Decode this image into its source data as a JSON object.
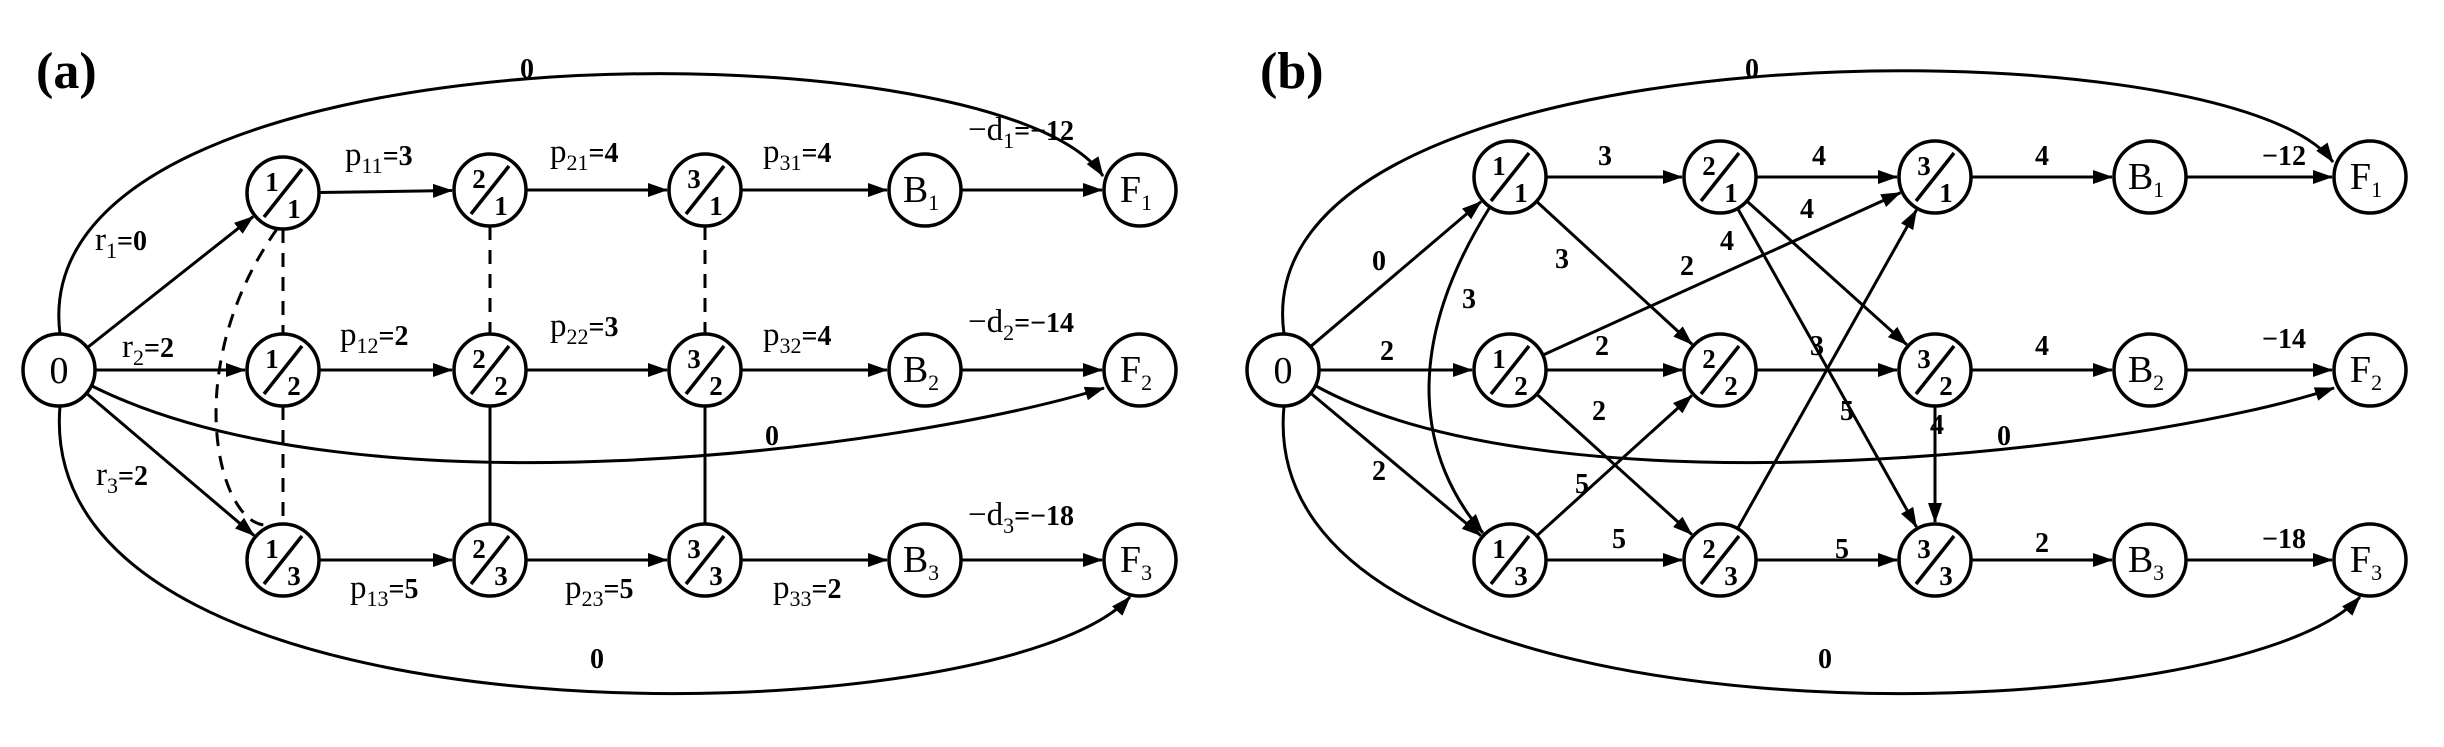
{
  "panels": [
    {
      "label": "(a)",
      "nodes": [
        {
          "id": "S",
          "type": "plain",
          "text": "0"
        },
        {
          "id": "n11",
          "type": "frac",
          "num": "1",
          "den": "1"
        },
        {
          "id": "n21",
          "type": "frac",
          "num": "2",
          "den": "1"
        },
        {
          "id": "n31",
          "type": "frac",
          "num": "3",
          "den": "1"
        },
        {
          "id": "n12",
          "type": "frac",
          "num": "1",
          "den": "2"
        },
        {
          "id": "n22",
          "type": "frac",
          "num": "2",
          "den": "2"
        },
        {
          "id": "n32",
          "type": "frac",
          "num": "3",
          "den": "2"
        },
        {
          "id": "n13",
          "type": "frac",
          "num": "1",
          "den": "3"
        },
        {
          "id": "n23",
          "type": "frac",
          "num": "2",
          "den": "3"
        },
        {
          "id": "n33",
          "type": "frac",
          "num": "3",
          "den": "3"
        },
        {
          "id": "B1",
          "type": "sub",
          "text": "B",
          "sub": "1"
        },
        {
          "id": "B2",
          "type": "sub",
          "text": "B",
          "sub": "2"
        },
        {
          "id": "B3",
          "type": "sub",
          "text": "B",
          "sub": "3"
        },
        {
          "id": "F1",
          "type": "sub",
          "text": "F",
          "sub": "1"
        },
        {
          "id": "F2",
          "type": "sub",
          "text": "F",
          "sub": "2"
        },
        {
          "id": "F3",
          "type": "sub",
          "text": "F",
          "sub": "3"
        }
      ],
      "edges": [
        {
          "from": "S",
          "to": "n11",
          "label": "r",
          "sub": "1",
          "value": "=0"
        },
        {
          "from": "S",
          "to": "n12",
          "label": "r",
          "sub": "2",
          "value": "=2"
        },
        {
          "from": "S",
          "to": "n13",
          "label": "r",
          "sub": "3",
          "value": "=2"
        },
        {
          "from": "n11",
          "to": "n21",
          "label": "p",
          "sub": "11",
          "value": "=3"
        },
        {
          "from": "n21",
          "to": "n31",
          "label": "p",
          "sub": "21",
          "value": "=4"
        },
        {
          "from": "n31",
          "to": "B1",
          "label": "p",
          "sub": "31",
          "value": "=4"
        },
        {
          "from": "B1",
          "to": "F1",
          "label": "−d",
          "sub": "1",
          "value": "=−12"
        },
        {
          "from": "n12",
          "to": "n22",
          "label": "p",
          "sub": "12",
          "value": "=2"
        },
        {
          "from": "n22",
          "to": "n32",
          "label": "p",
          "sub": "22",
          "value": "=3"
        },
        {
          "from": "n32",
          "to": "B2",
          "label": "p",
          "sub": "32",
          "value": "=4"
        },
        {
          "from": "B2",
          "to": "F2",
          "label": "−d",
          "sub": "2",
          "value": "=−14"
        },
        {
          "from": "n13",
          "to": "n23",
          "label": "p",
          "sub": "13",
          "value": "=5"
        },
        {
          "from": "n23",
          "to": "n33",
          "label": "p",
          "sub": "23",
          "value": "=5"
        },
        {
          "from": "n33",
          "to": "B3",
          "label": "p",
          "sub": "33",
          "value": "=2"
        },
        {
          "from": "B3",
          "to": "F3",
          "label": "−d",
          "sub": "3",
          "value": "=−18"
        },
        {
          "from": "S",
          "to": "F1",
          "label": "0"
        },
        {
          "from": "S",
          "to": "F2",
          "label": "0"
        },
        {
          "from": "S",
          "to": "F3",
          "label": "0"
        }
      ],
      "disjunctive_pairs": [
        [
          "n11",
          "n12"
        ],
        [
          "n11",
          "n13"
        ],
        [
          "n12",
          "n13"
        ],
        [
          "n21",
          "n22"
        ],
        [
          "n21",
          "n23"
        ],
        [
          "n22",
          "n23"
        ],
        [
          "n31",
          "n32"
        ],
        [
          "n31",
          "n33"
        ],
        [
          "n32",
          "n33"
        ]
      ]
    },
    {
      "label": "(b)",
      "nodes": [
        {
          "id": "S",
          "type": "plain",
          "text": "0"
        },
        {
          "id": "n11",
          "type": "frac",
          "num": "1",
          "den": "1"
        },
        {
          "id": "n21",
          "type": "frac",
          "num": "2",
          "den": "1"
        },
        {
          "id": "n31",
          "type": "frac",
          "num": "3",
          "den": "1"
        },
        {
          "id": "n12",
          "type": "frac",
          "num": "1",
          "den": "2"
        },
        {
          "id": "n22",
          "type": "frac",
          "num": "2",
          "den": "2"
        },
        {
          "id": "n32",
          "type": "frac",
          "num": "3",
          "den": "2"
        },
        {
          "id": "n13",
          "type": "frac",
          "num": "1",
          "den": "3"
        },
        {
          "id": "n23",
          "type": "frac",
          "num": "2",
          "den": "3"
        },
        {
          "id": "n33",
          "type": "frac",
          "num": "3",
          "den": "3"
        },
        {
          "id": "B1",
          "type": "sub",
          "text": "B",
          "sub": "1"
        },
        {
          "id": "B2",
          "type": "sub",
          "text": "B",
          "sub": "2"
        },
        {
          "id": "B3",
          "type": "sub",
          "text": "B",
          "sub": "3"
        },
        {
          "id": "F1",
          "type": "sub",
          "text": "F",
          "sub": "1"
        },
        {
          "id": "F2",
          "type": "sub",
          "text": "F",
          "sub": "2"
        },
        {
          "id": "F3",
          "type": "sub",
          "text": "F",
          "sub": "3"
        }
      ],
      "edges": [
        {
          "from": "S",
          "to": "n11",
          "label": "0"
        },
        {
          "from": "S",
          "to": "n12",
          "label": "2"
        },
        {
          "from": "S",
          "to": "n13",
          "label": "2"
        },
        {
          "from": "n11",
          "to": "n21",
          "label": "3"
        },
        {
          "from": "n21",
          "to": "n31",
          "label": "4"
        },
        {
          "from": "n31",
          "to": "B1",
          "label": "4"
        },
        {
          "from": "B1",
          "to": "F1",
          "label": "−12"
        },
        {
          "from": "n12",
          "to": "n22",
          "label": "2"
        },
        {
          "from": "n22",
          "to": "n32",
          "label": "3"
        },
        {
          "from": "n32",
          "to": "B2",
          "label": "4"
        },
        {
          "from": "B2",
          "to": "F2",
          "label": "−14"
        },
        {
          "from": "n13",
          "to": "n23",
          "label": "5"
        },
        {
          "from": "n23",
          "to": "n33",
          "label": "5"
        },
        {
          "from": "n33",
          "to": "B3",
          "label": "2"
        },
        {
          "from": "B3",
          "to": "F3",
          "label": "−18"
        },
        {
          "from": "n11",
          "to": "n22",
          "label": "3"
        },
        {
          "from": "n11",
          "to": "n13",
          "label": "3"
        },
        {
          "from": "n12",
          "to": "n31",
          "label": "2"
        },
        {
          "from": "n12",
          "to": "n23",
          "label": "2"
        },
        {
          "from": "n13",
          "to": "n22",
          "label": "5"
        },
        {
          "from": "n21",
          "to": "n32",
          "label": "4"
        },
        {
          "from": "n21",
          "to": "n33",
          "label": "4"
        },
        {
          "from": "n23",
          "to": "n31",
          "label": "5"
        },
        {
          "from": "n32",
          "to": "n33",
          "label": "4"
        },
        {
          "from": "S",
          "to": "F1",
          "label": "0"
        },
        {
          "from": "S",
          "to": "F2",
          "label": "0"
        },
        {
          "from": "S",
          "to": "F3",
          "label": "0"
        }
      ]
    }
  ]
}
